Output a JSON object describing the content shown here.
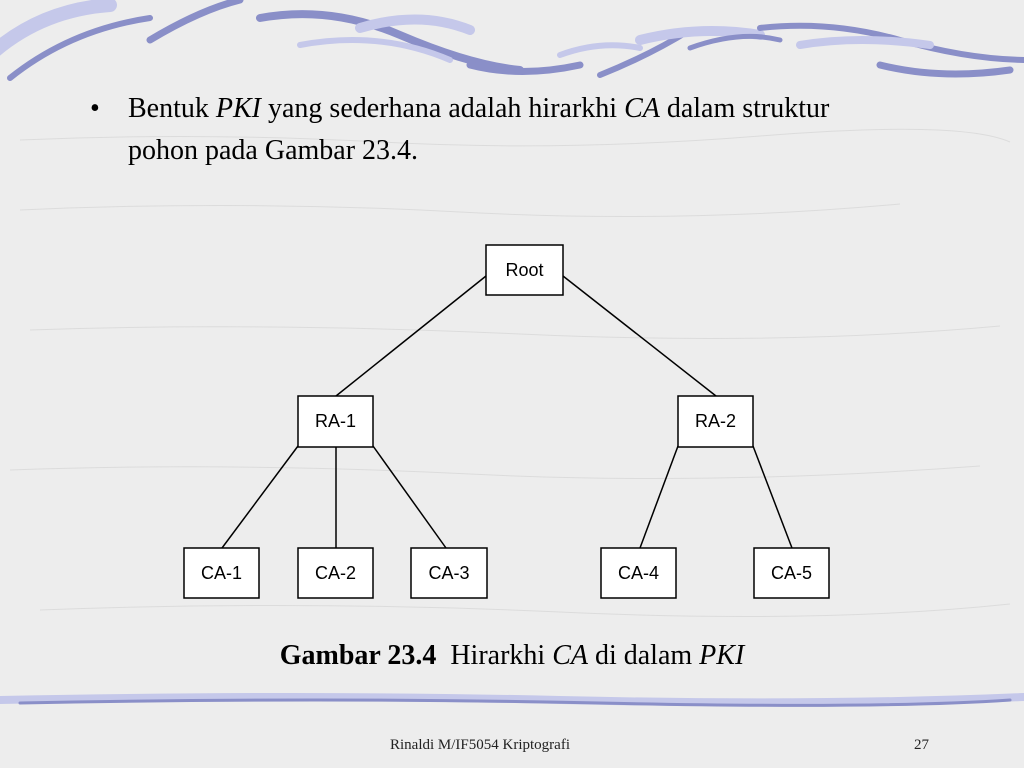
{
  "slide": {
    "bullet": {
      "t1": "Bentuk ",
      "t2": "PKI",
      "t3": " yang sederhana adalah hirarkhi ",
      "t4": "CA",
      "t5": " dalam struktur pohon pada Gambar 23.4."
    },
    "diagram": {
      "nodes": {
        "root": "Root",
        "ra1": "RA-1",
        "ra2": "RA-2",
        "ca1": "CA-1",
        "ca2": "CA-2",
        "ca3": "CA-3",
        "ca4": "CA-4",
        "ca5": "CA-5"
      }
    },
    "caption": {
      "number": "Gambar 23.4",
      "t1": "Hirarkhi ",
      "t2": "CA",
      "t3": " di dalam ",
      "t4": "PKI"
    },
    "footer": {
      "author": "Rinaldi M/IF5054 Kriptografi",
      "page": "27"
    }
  },
  "colors": {
    "background": "#ededed",
    "swoosh": "#8a8fc8",
    "swoosh_light": "#c5c8ea"
  }
}
